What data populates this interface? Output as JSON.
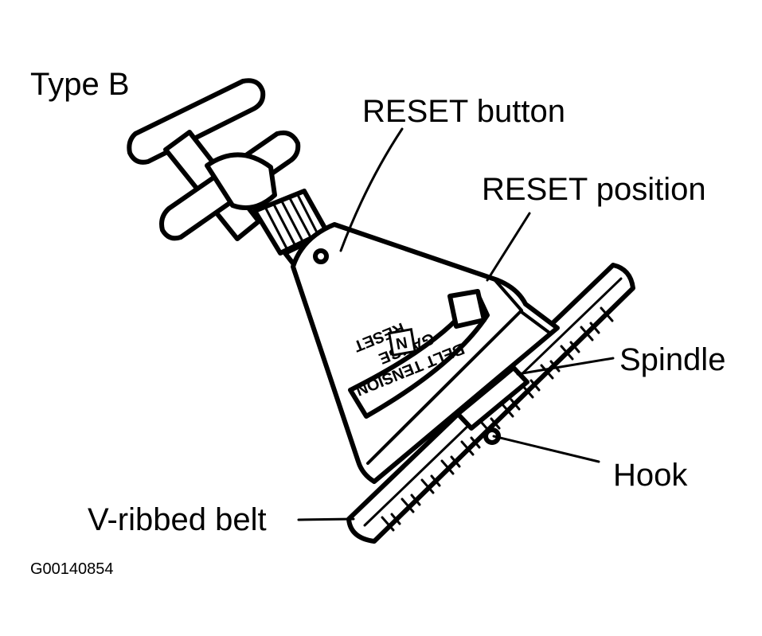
{
  "labels": {
    "type": "Type B",
    "reset_button": "RESET button",
    "reset_position": "RESET position",
    "spindle": "Spindle",
    "hook": "Hook",
    "belt": "V-ribbed belt",
    "figure_id": "G00140854"
  },
  "gauge_face": {
    "line1": "BELT TENSION",
    "line2": "GAUGE",
    "line3": "RESET",
    "badge": "N"
  },
  "colors": {
    "ink": "#000000",
    "paper": "#ffffff"
  }
}
